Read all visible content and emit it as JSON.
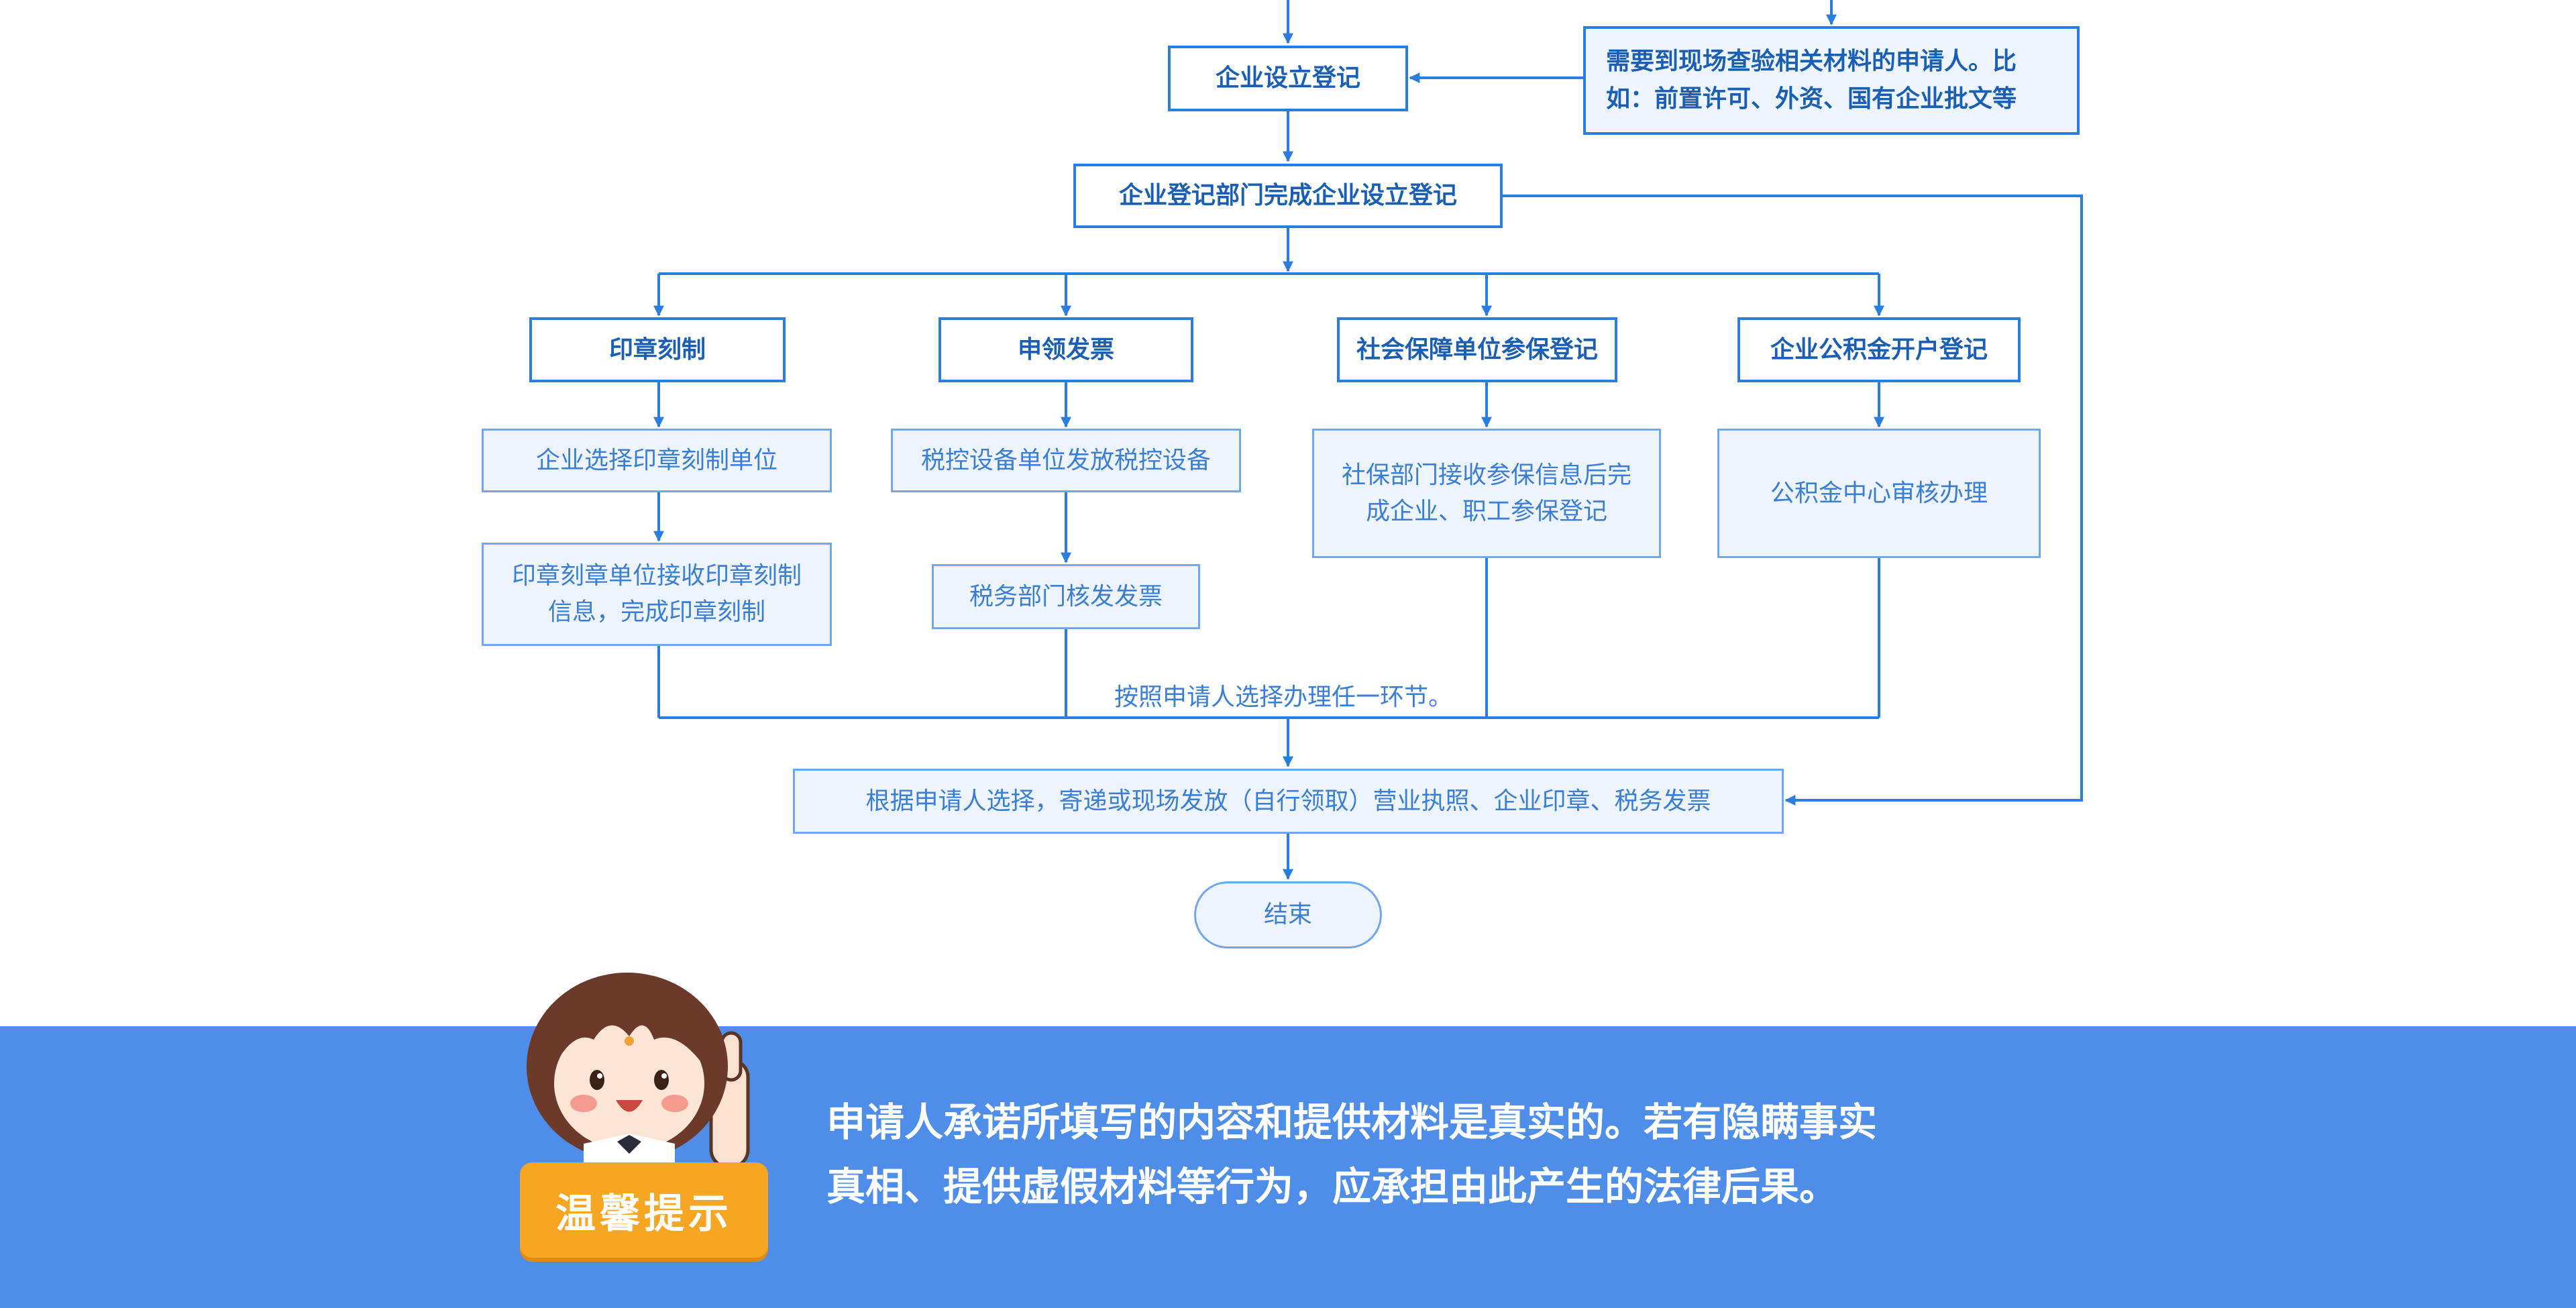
{
  "flow": {
    "establish_registration": "企业设立登记",
    "onsite_note": "需要到现场查验相关材料的申请人。比如：前置许可、外资、国有企业批文等",
    "registration_completed": "企业登记部门完成企业设立登记",
    "branches": {
      "seal": {
        "title": "印章刻制",
        "step1": "企业选择印章刻制单位",
        "step2": "印章刻章单位接收印章刻制信息，完成印章刻制"
      },
      "invoice": {
        "title": "申领发票",
        "step1": "税控设备单位发放税控设备",
        "step2": "税务部门核发发票"
      },
      "social": {
        "title": "社会保障单位参保登记",
        "step1": "社保部门接收参保信息后完成企业、职工参保登记"
      },
      "fund": {
        "title": "企业公积金开户登记",
        "step1": "公积金中心审核办理"
      }
    },
    "choice_caption": "按照申请人选择办理任一环节。",
    "delivery": "根据申请人选择，寄递或现场发放（自行领取）营业执照、企业印章、税务发票",
    "end": "结束"
  },
  "notice": {
    "badge": "温馨提示",
    "line1": "申请人承诺所填写的内容和提供材料是真实的。若有隐瞒事实",
    "line2": "真相、提供虚假材料等行为，应承担由此产生的法律后果。"
  },
  "colors": {
    "line": "#2b7de0",
    "banner": "#4f8ee8",
    "badge": "#f6a623"
  }
}
